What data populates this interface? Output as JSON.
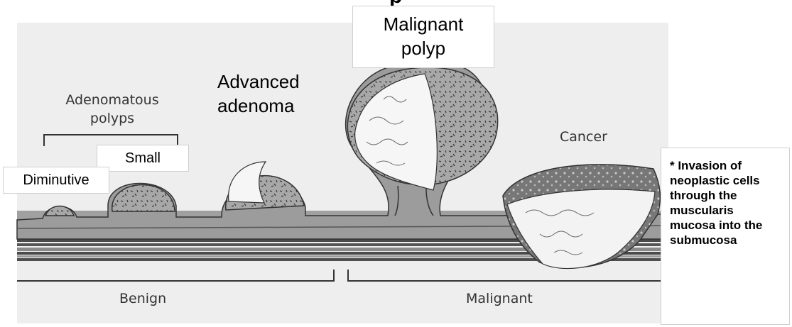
{
  "figure": {
    "top_cut_text": "p",
    "labels": {
      "adenomatous_polyps": [
        "Adenomatous",
        "polyps"
      ],
      "cancer": "Cancer",
      "benign": "Benign",
      "malignant": "Malignant"
    },
    "overlays": {
      "malignant_polyp": [
        "Malignant",
        "polyp"
      ],
      "advanced_adenoma": [
        "Advanced",
        "adenoma"
      ],
      "small": "Small",
      "diminutive": "Diminutive",
      "invasion_note": [
        "* Invasion of",
        "neoplastic cells",
        "through the",
        "muscularis",
        "mucosa into the",
        "submucosa"
      ]
    }
  },
  "colors": {
    "panel_background": "#eeeeee",
    "tissue_gray": "#9c9c9c",
    "dark_gray": "#6f6f6f",
    "band_dark": "#4a4a4a",
    "white_tissue": "#f6f6f6"
  }
}
